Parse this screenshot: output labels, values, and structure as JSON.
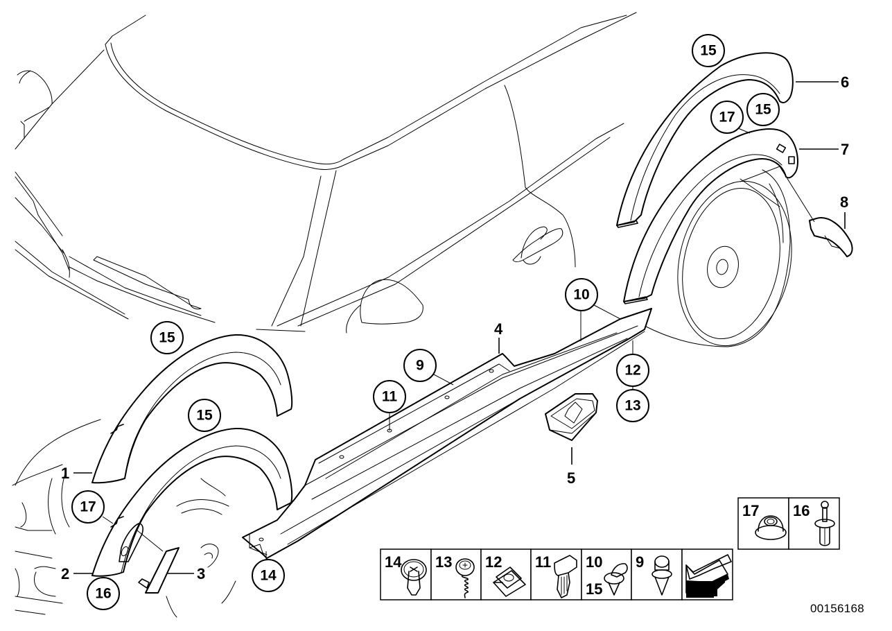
{
  "diagram": {
    "title": "Body side trim / wheel arch moulding parts diagram",
    "document_number": "00156168",
    "callouts": [
      {
        "id": "c-15-a",
        "label": "15",
        "type": "circle"
      },
      {
        "id": "c-15-b",
        "label": "15",
        "type": "circle"
      },
      {
        "id": "c-15-c",
        "label": "15",
        "type": "circle"
      },
      {
        "id": "c-15-d",
        "label": "15",
        "type": "circle"
      },
      {
        "id": "c-17-a",
        "label": "17",
        "type": "circle"
      },
      {
        "id": "c-17-b",
        "label": "17",
        "type": "circle"
      },
      {
        "id": "c-16",
        "label": "16",
        "type": "circle"
      },
      {
        "id": "c-14",
        "label": "14",
        "type": "circle"
      },
      {
        "id": "c-11",
        "label": "11",
        "type": "circle"
      },
      {
        "id": "c-9",
        "label": "9",
        "type": "circle"
      },
      {
        "id": "c-10",
        "label": "10",
        "type": "circle"
      },
      {
        "id": "c-12",
        "label": "12",
        "type": "circle"
      },
      {
        "id": "c-13",
        "label": "13",
        "type": "circle"
      }
    ],
    "part_labels": [
      {
        "id": "p-1",
        "label": "1"
      },
      {
        "id": "p-2",
        "label": "2"
      },
      {
        "id": "p-3",
        "label": "3"
      },
      {
        "id": "p-4",
        "label": "4"
      },
      {
        "id": "p-5",
        "label": "5"
      },
      {
        "id": "p-6",
        "label": "6"
      },
      {
        "id": "p-7",
        "label": "7"
      },
      {
        "id": "p-8",
        "label": "8"
      }
    ],
    "fastener_legend": {
      "top_row": [
        {
          "label": "17",
          "icon": "grommet-icon"
        },
        {
          "label": "16",
          "icon": "expanding-rivet-icon"
        }
      ],
      "bottom_row": [
        {
          "label": "14",
          "icon": "plastic-rivet-icon"
        },
        {
          "label": "13",
          "icon": "self-tapping-screw-icon"
        },
        {
          "label": "12",
          "icon": "clip-nut-icon"
        },
        {
          "label": "11",
          "icon": "trim-clip-icon"
        },
        {
          "label": "10",
          "label2": "15",
          "icon": "expanding-clip-icon"
        },
        {
          "label": "9",
          "icon": "push-rivet-icon"
        },
        {
          "label": "",
          "icon": "direction-arrow-icon"
        }
      ]
    }
  }
}
